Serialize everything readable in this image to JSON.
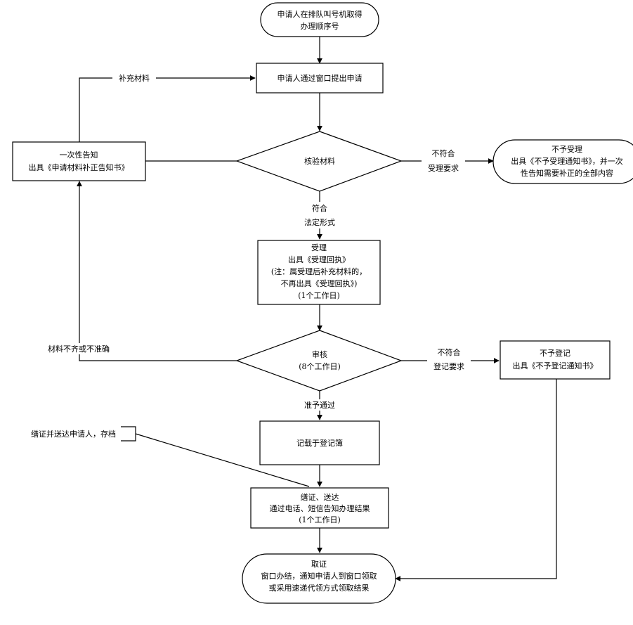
{
  "nodes": {
    "start": [
      "申请人在排队叫号机取得",
      "办理顺序号"
    ],
    "submit": [
      "申请人通过窗口提出申请"
    ],
    "verify": [
      "核验材料"
    ],
    "reject_accept": [
      "不予受理",
      "出具《不予受理通知书》，并一次",
      "性告知需要补正的全部内容"
    ],
    "notify_once": [
      "一次性告知",
      "出具《申请材料补正告知书》"
    ],
    "accept": [
      "受理",
      "出具《受理回执》",
      "(注：属受理后补充材料的，",
      "不再出具《受理回执》)",
      "(1个工作日)"
    ],
    "review": [
      "审核",
      "(8个工作日)"
    ],
    "reject_register": [
      "不予登记",
      "出具《不予登记通知书》"
    ],
    "record": [
      "记载于登记簿"
    ],
    "issue": [
      "缮证、送达",
      "通过电话、短信告知办理结果",
      "(1个工作日)"
    ],
    "archive": [
      "缮证并送达申请人，存档"
    ],
    "collect": [
      "取证",
      "窗口办结，通知申请人到窗口领取",
      "或采用速递代领方式领取结果"
    ]
  },
  "edges": {
    "supplement": [
      "补充材料"
    ],
    "not_meet_accept": [
      "不符合",
      "受理要求"
    ],
    "meets_form": [
      "符合",
      "法定形式"
    ],
    "incomplete": [
      "材料不齐或不准确"
    ],
    "not_meet_register": [
      "不符合",
      "登记要求"
    ],
    "approved": [
      "准予通过"
    ]
  }
}
